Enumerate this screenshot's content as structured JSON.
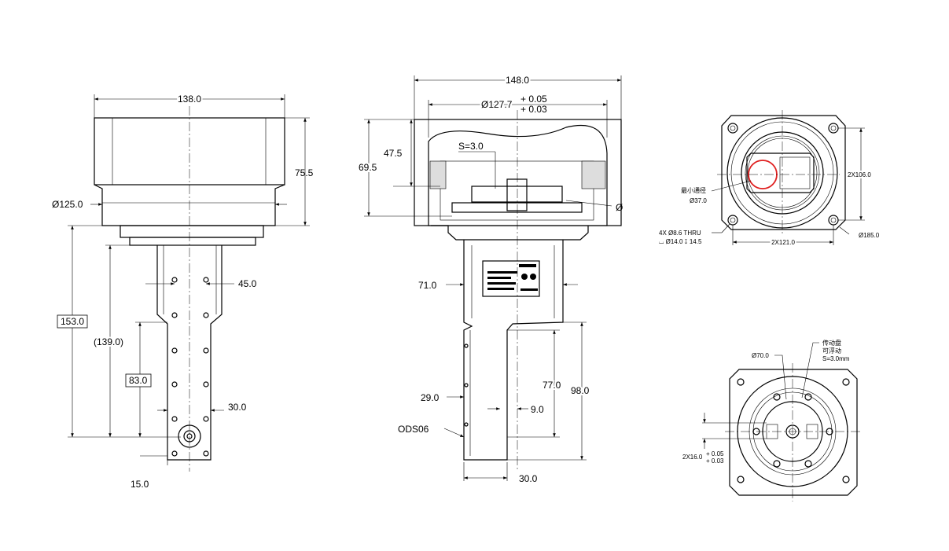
{
  "left_view": {
    "width_top": "138.0",
    "height_top": "75.5",
    "flange_dia": "Ø125.0",
    "total_height": "153.0",
    "height_139": "(139.0)",
    "height_83": "83.0",
    "dim_45": "45.0",
    "dim_30": "30.0",
    "dim_15": "15.0"
  },
  "middle_view": {
    "width_top": "148.0",
    "bore_dia": "Ø127.7",
    "tol_upper": "+ 0.05",
    "tol_lower": "+ 0.03",
    "stroke": "S=3.0",
    "height_69": "69.5",
    "height_47": "47.5",
    "dia_symbol": "Ø",
    "dim_71": "71.0",
    "dim_77": "77.0",
    "dim_98": "98.0",
    "dim_29": "29.0",
    "dim_9": "9.0",
    "dim_30": "30.0",
    "sensor_label": "ODS06"
  },
  "top_right_view": {
    "min_bore_label": "最小通径",
    "min_bore_dia": "Ø37.0",
    "vertical_spacing": "2X106.0",
    "horizontal_spacing": "2X121.0",
    "outer_dia": "Ø185.0",
    "hole_spec": "4X Ø8.6 THRU",
    "counterbore_spec": "⌴ Ø14.0 ↧ 14.5",
    "highlight_color": "#e02020"
  },
  "bottom_right_view": {
    "disc_dia": "Ø70.0",
    "float_note_1": "传动盘",
    "float_note_2": "可浮动",
    "float_note_3": "S=3.0mm",
    "slot_width": "2X16.0",
    "tol_upper": "+ 0.05",
    "tol_lower": "+ 0.03"
  }
}
